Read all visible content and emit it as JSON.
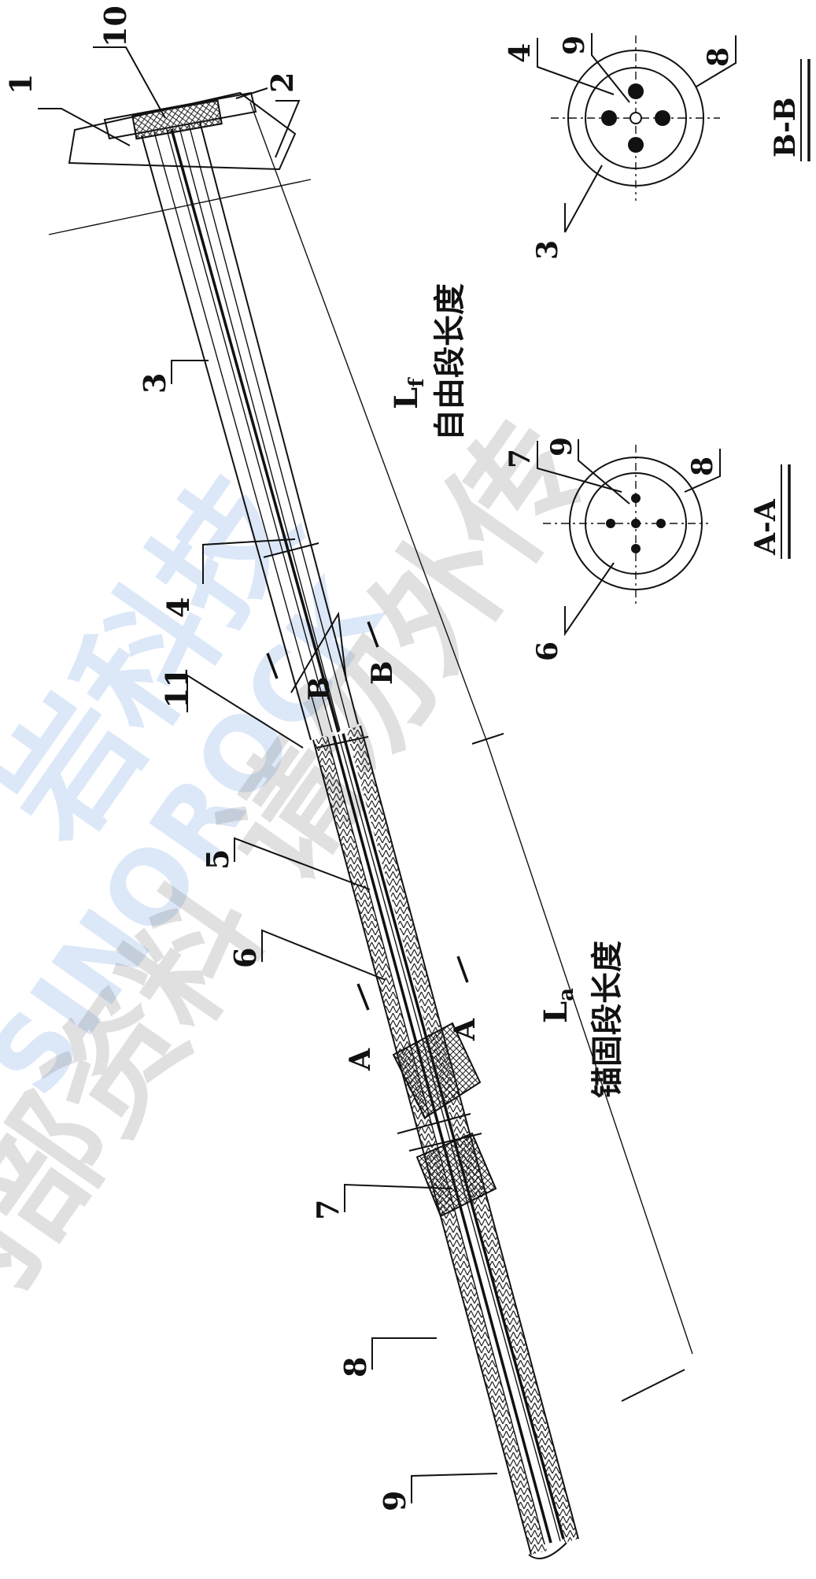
{
  "watermark": {
    "company_cn": "岩科技",
    "company_en": "SINOROCK",
    "notice_cn": "内部资料 请勿外传"
  },
  "callouts": {
    "c1": "1",
    "c2": "2",
    "c3": "3",
    "c4": "4",
    "c5": "5",
    "c6": "6",
    "c7": "7",
    "c8": "8",
    "c9": "9",
    "c10": "10",
    "c11": "11"
  },
  "section_marks": {
    "a_left": "A",
    "a_right": "A",
    "b_left": "B",
    "b_right": "B"
  },
  "dimensions": {
    "free_symbol": "L",
    "free_subscript": "f",
    "free_label": "自由段长度",
    "anchor_symbol": "L",
    "anchor_subscript": "a",
    "anchor_label": "锚固段长度"
  },
  "sections": {
    "aa_title": "A-A",
    "bb_title": "B-B",
    "aa_c6": "6",
    "aa_c7": "7",
    "aa_c8": "8",
    "aa_c9": "9",
    "bb_c3": "3",
    "bb_c4": "4",
    "bb_c8": "8",
    "bb_c9": "9"
  }
}
